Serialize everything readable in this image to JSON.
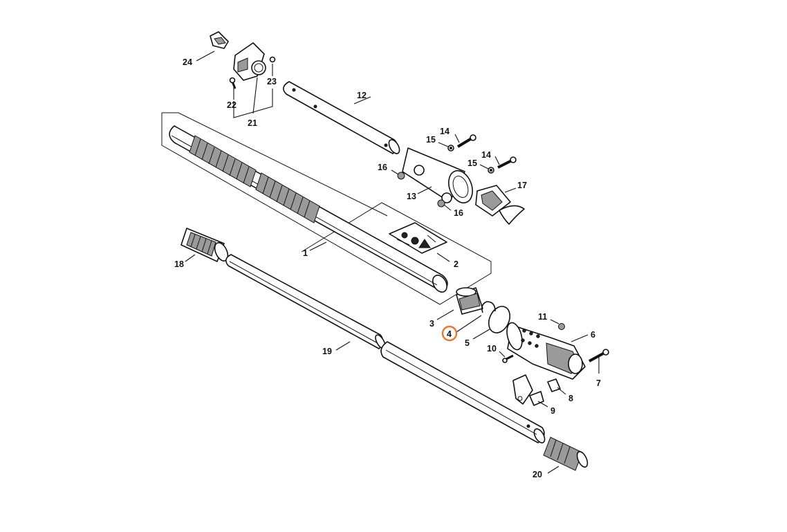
{
  "diagram": {
    "highlight_color": "#e8762c",
    "highlighted_part": "4",
    "labels": {
      "p1": "1",
      "p2": "2",
      "p3": "3",
      "p4": "4",
      "p5": "5",
      "p6": "6",
      "p7": "7",
      "p8": "8",
      "p9": "9",
      "p10": "10",
      "p11": "11",
      "p12": "12",
      "p13": "13",
      "p14a": "14",
      "p14b": "14",
      "p15a": "15",
      "p15b": "15",
      "p16a": "16",
      "p16b": "16",
      "p17": "17",
      "p18": "18",
      "p19": "19",
      "p20": "20",
      "p21": "21",
      "p22": "22",
      "p23": "23",
      "p24": "24"
    }
  }
}
